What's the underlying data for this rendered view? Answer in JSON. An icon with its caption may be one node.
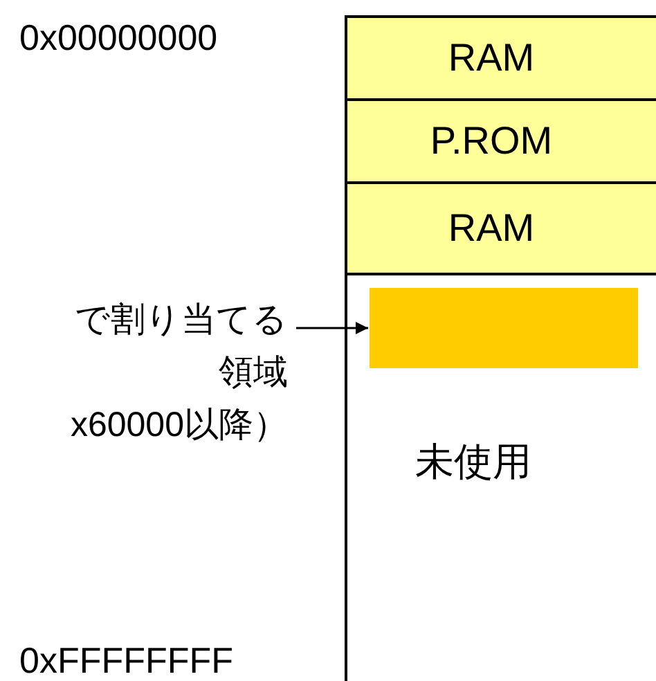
{
  "diagram": {
    "nodes": [
      {
        "text": [
          "RAM"
        ]
      },
      {
        "text": [
          "P.ROM"
        ]
      },
      {
        "text": [
          "RAM"
        ]
      },
      {
        "text": [
          "未使用"
        ]
      },
      {
        "text": [],
        "shape": "box",
        "in": 3
      },
      {
        "text": [
          "で割り当てる領域",
          "x60000以降）"
        ]
      }
    ],
    "edges": [
      {
        "from": 5,
        "to": 4,
        "arrow": "to"
      }
    ],
    "labels": [
      "0x00000000",
      "0xFFFFFFFF"
    ]
  }
}
